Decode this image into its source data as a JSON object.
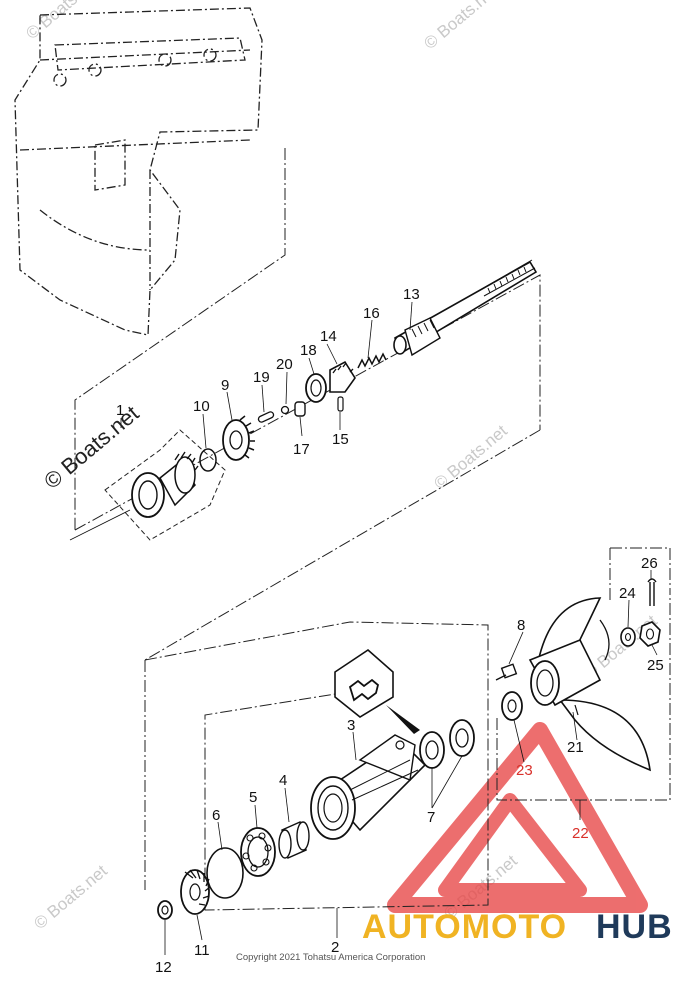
{
  "diagram": {
    "watermarks": [
      "© Boats.net",
      "© Boats.net",
      "© Boats.net",
      "© Boats.net",
      "© Boats.net",
      "© Boats.net"
    ],
    "main_watermark": "© Boats.net",
    "copyright": "Copyright 2021 Tohatsu America Corporation",
    "logo": {
      "part1": "AUTOMOTO",
      "part2": "HUB",
      "color1": "#f0b323",
      "color2": "#1f3a5a",
      "triangle_color": "#e84a4a"
    },
    "callouts": [
      "1",
      "2",
      "3",
      "4",
      "5",
      "6",
      "7",
      "8",
      "9",
      "10",
      "11",
      "12",
      "13",
      "14",
      "15",
      "16",
      "17",
      "18",
      "19",
      "20",
      "21",
      "22",
      "23",
      "24",
      "25",
      "26"
    ]
  }
}
